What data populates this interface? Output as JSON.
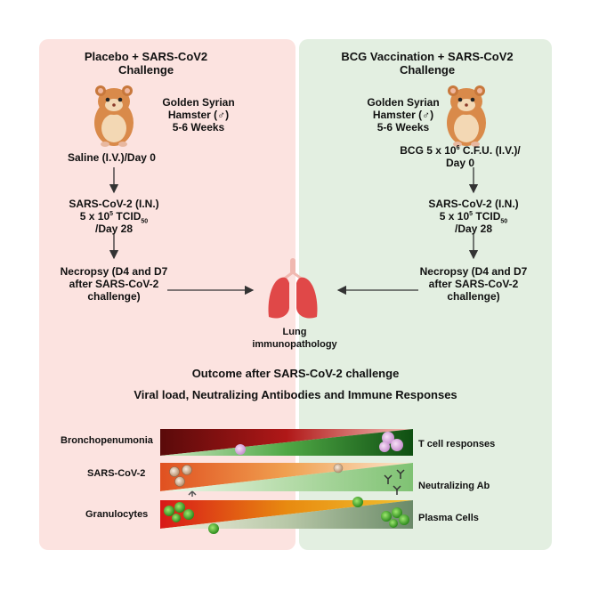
{
  "left_panel": {
    "title": "Placebo + SARS-CoV2 Challenge",
    "animal": {
      "line1": "Golden Syrian",
      "line2": "Hamster (♂)",
      "line3": "5-6 Weeks"
    },
    "step1": "Saline (I.V.)/Day 0",
    "step2": {
      "line1": "SARS-CoV-2 (I.N.)",
      "line2_pre": "5 x 10",
      "line2_sup": "5",
      "line2_post": " TCID",
      "line2_sub": "50",
      "line3": "/Day 28"
    },
    "step3": {
      "line1": "Necropsy (D4 and D7",
      "line2": "after SARS-CoV-2",
      "line3": "challenge)"
    }
  },
  "right_panel": {
    "title": "BCG Vaccination + SARS-CoV2 Challenge",
    "animal": {
      "line1": "Golden Syrian",
      "line2": "Hamster (♂)",
      "line3": "5-6 Weeks"
    },
    "step1": {
      "line1_pre": "BCG 5 x 10",
      "line1_sup": "6",
      "line1_post": " C.F.U. (I.V.)/",
      "line2": "Day 0"
    },
    "step2": {
      "line1": "SARS-CoV-2 (I.N.)",
      "line2_pre": "5 x 10",
      "line2_sup": "5",
      "line2_post": " TCID",
      "line2_sub": "50",
      "line3": "/Day 28"
    },
    "step3": {
      "line1": "Necropsy (D4 and D7",
      "line2": "after SARS-CoV-2",
      "line3": "challenge)"
    }
  },
  "lung": {
    "line1": "Lung",
    "line2": "immunopathology"
  },
  "outcome": {
    "line1": "Outcome after SARS-CoV-2 challenge",
    "line2": "Viral load, Neutralizing Antibodies and Immune Responses"
  },
  "bars": [
    {
      "left_label": "Bronchopenumonia",
      "right_label": "T cell responses"
    },
    {
      "left_label": "SARS-CoV-2",
      "right_label": "Neutralizing Ab"
    },
    {
      "left_label": "Granulocytes",
      "right_label": "Plasma Cells"
    }
  ],
  "colors": {
    "left_bg": "#fce3e0",
    "right_bg": "#e3efe1",
    "arrow": "#333333",
    "hamster": "#d98a4a"
  }
}
